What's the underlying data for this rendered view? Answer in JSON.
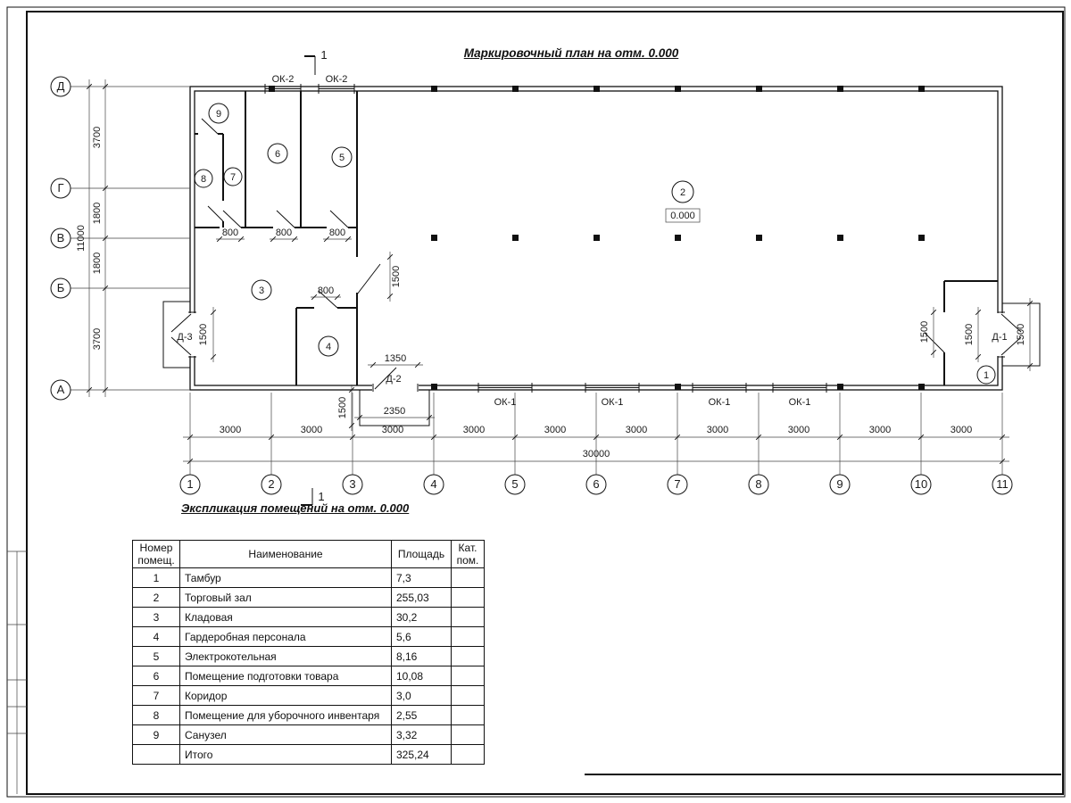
{
  "titles": {
    "plan": "Маркировочный план на отм. 0.000",
    "schedule": "Экспликация помещений на отм. 0.000"
  },
  "axes": {
    "v": [
      "Д",
      "Г",
      "В",
      "Б",
      "А"
    ],
    "h": [
      "1",
      "2",
      "3",
      "4",
      "5",
      "6",
      "7",
      "8",
      "9",
      "10",
      "11"
    ]
  },
  "dims": {
    "v": [
      "3700",
      "1800",
      "1800",
      "3700"
    ],
    "vTotal": "11000",
    "h": [
      "3000",
      "3000",
      "3000",
      "3000",
      "3000",
      "3000",
      "3000",
      "3000",
      "3000",
      "3000"
    ],
    "hTotal": "30000",
    "d800": "800",
    "d1500": "1500",
    "d1350": "1350",
    "d2350": "2350"
  },
  "labels": {
    "ok1": "ОК-1",
    "ok2": "ОК-2",
    "d1": "Д-1",
    "d2": "Д-2",
    "d3": "Д-3",
    "elevation": "0.000",
    "section": "1"
  },
  "rooms": [
    "1",
    "2",
    "3",
    "4",
    "5",
    "6",
    "7",
    "8",
    "9"
  ],
  "schedule": {
    "headers": {
      "num": "Номер помещ.",
      "name": "Наименование",
      "area": "Площадь",
      "cat": "Кат. пом."
    },
    "rows": [
      {
        "num": "1",
        "name": "Тамбур",
        "area": "7,3",
        "cat": ""
      },
      {
        "num": "2",
        "name": "Торговый зал",
        "area": "255,03",
        "cat": ""
      },
      {
        "num": "3",
        "name": "Кладовая",
        "area": "30,2",
        "cat": ""
      },
      {
        "num": "4",
        "name": "Гардеробная персонала",
        "area": "5,6",
        "cat": ""
      },
      {
        "num": "5",
        "name": "Электрокотельная",
        "area": "8,16",
        "cat": ""
      },
      {
        "num": "6",
        "name": "Помещение подготовки товара",
        "area": "10,08",
        "cat": ""
      },
      {
        "num": "7",
        "name": "Коридор",
        "area": "3,0",
        "cat": ""
      },
      {
        "num": "8",
        "name": "Помещение для уборочного инвентаря",
        "area": "2,55",
        "cat": ""
      },
      {
        "num": "9",
        "name": "Санузел",
        "area": "3,32",
        "cat": ""
      },
      {
        "num": "",
        "name": "Итого",
        "area": "325,24",
        "cat": ""
      }
    ]
  }
}
